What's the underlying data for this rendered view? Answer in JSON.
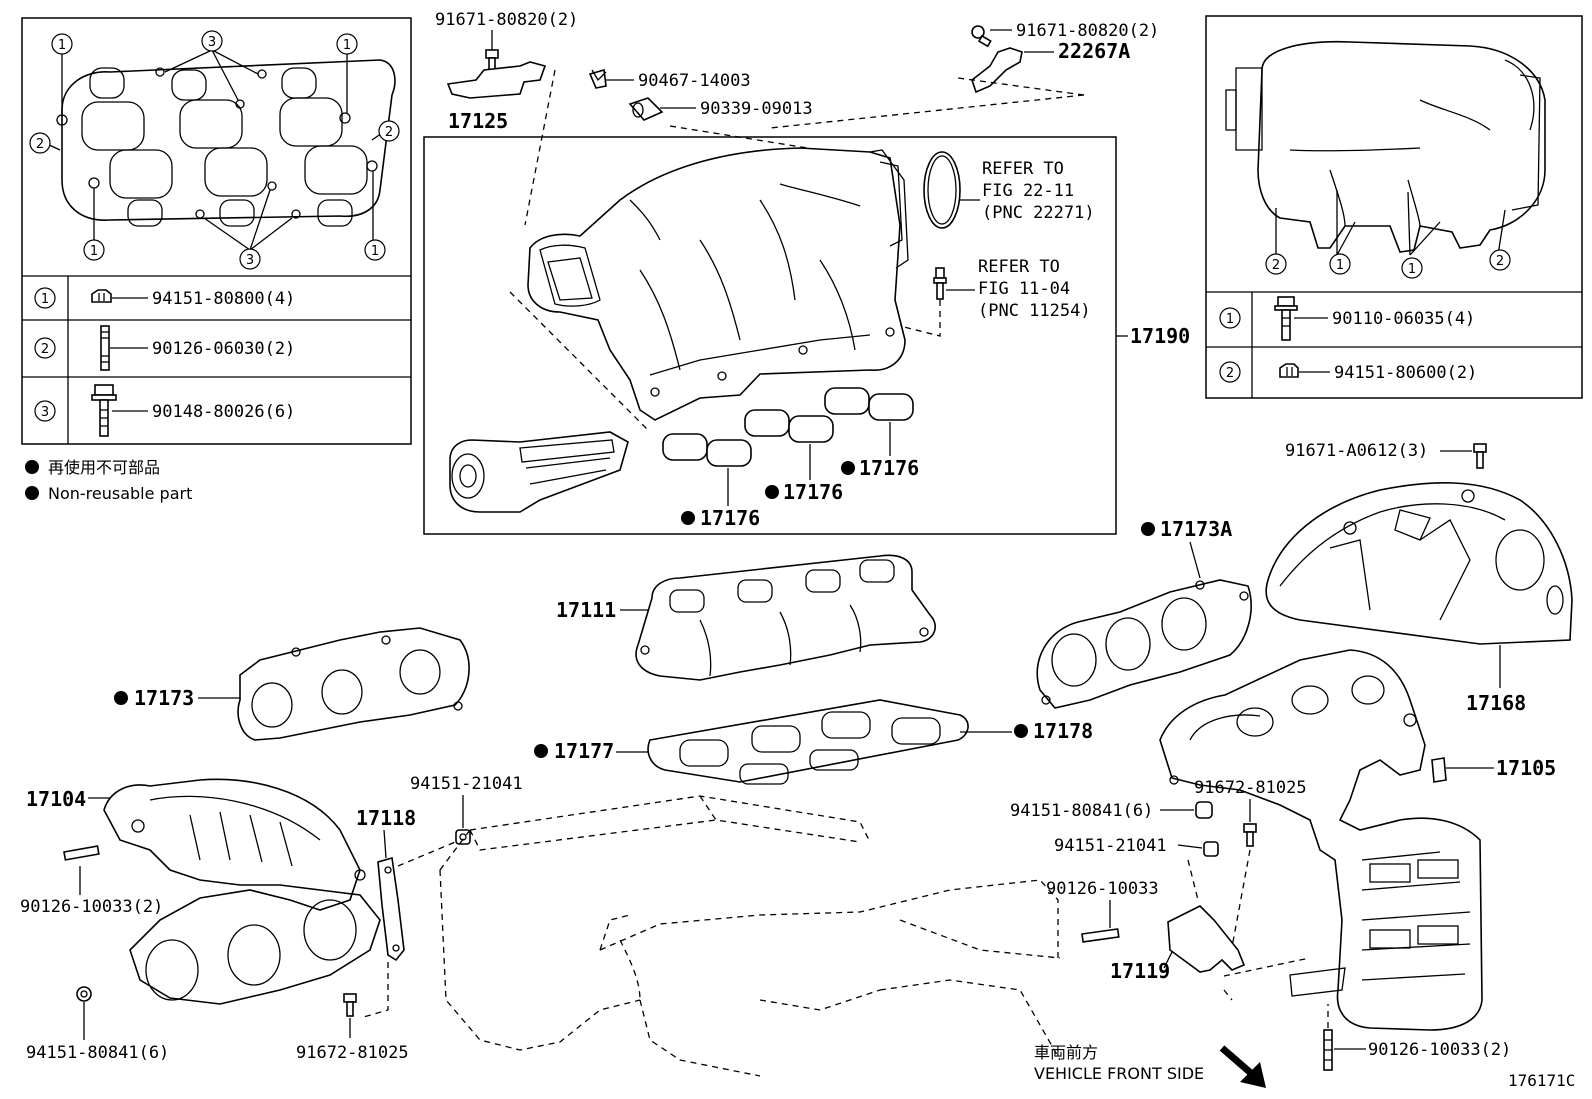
{
  "left_inset": {
    "callouts": [
      {
        "n": "1"
      },
      {
        "n": "3"
      },
      {
        "n": "1"
      },
      {
        "n": "2"
      },
      {
        "n": "2"
      },
      {
        "n": "1"
      },
      {
        "n": "3"
      },
      {
        "n": "1"
      }
    ],
    "table": [
      {
        "n": "1",
        "part": "94151-80800(4)"
      },
      {
        "n": "2",
        "part": "90126-06030(2)"
      },
      {
        "n": "3",
        "part": "90148-80026(6)"
      }
    ]
  },
  "legend": {
    "jp": "再使用不可部品",
    "en": "Non-reusable part"
  },
  "right_inset": {
    "callouts": [
      {
        "n": "2"
      },
      {
        "n": "1"
      },
      {
        "n": "1"
      },
      {
        "n": "2"
      }
    ],
    "table": [
      {
        "n": "1",
        "part": "90110-06035(4)"
      },
      {
        "n": "2",
        "part": "94151-80600(2)"
      }
    ]
  },
  "labels": {
    "p91671_80820_a": "91671-80820(2)",
    "p17125": "17125",
    "p90467": "90467-14003",
    "p90339": "90339-09013",
    "p91671_80820_b": "91671-80820(2)",
    "p22267A": "22267A",
    "ref1_l1": "REFER TO",
    "ref1_l2": "FIG 22-11",
    "ref1_l3": "(PNC 22271)",
    "ref2_l1": "REFER TO",
    "ref2_l2": "FIG 11-04",
    "ref2_l3": "(PNC 11254)",
    "p17190": "17190",
    "p17176_a": "17176",
    "p17176_b": "17176",
    "p17176_c": "17176",
    "p91671_A0612": "91671-A0612(3)",
    "p17173A": "17173A",
    "p17168": "17168",
    "p17111": "17111",
    "p17173": "17173",
    "p17177": "17177",
    "p17178": "17178",
    "p17105": "17105",
    "p91672_81025_r": "91672-81025",
    "p94151_80841_r": "94151-80841(6)",
    "p94151_21041_r": "94151-21041",
    "p90126_10033_r": "90126-10033",
    "p17119": "17119",
    "p90126_10033_r2": "90126-10033(2)",
    "p17104": "17104",
    "p17118": "17118",
    "p94151_21041_l": "94151-21041",
    "p90126_10033_l": "90126-10033(2)",
    "p94151_80841_l": "94151-80841(6)",
    "p91672_81025_l": "91672-81025",
    "front_jp": "車両前方",
    "front_en": "VEHICLE FRONT SIDE",
    "fig_id": "176171C"
  }
}
